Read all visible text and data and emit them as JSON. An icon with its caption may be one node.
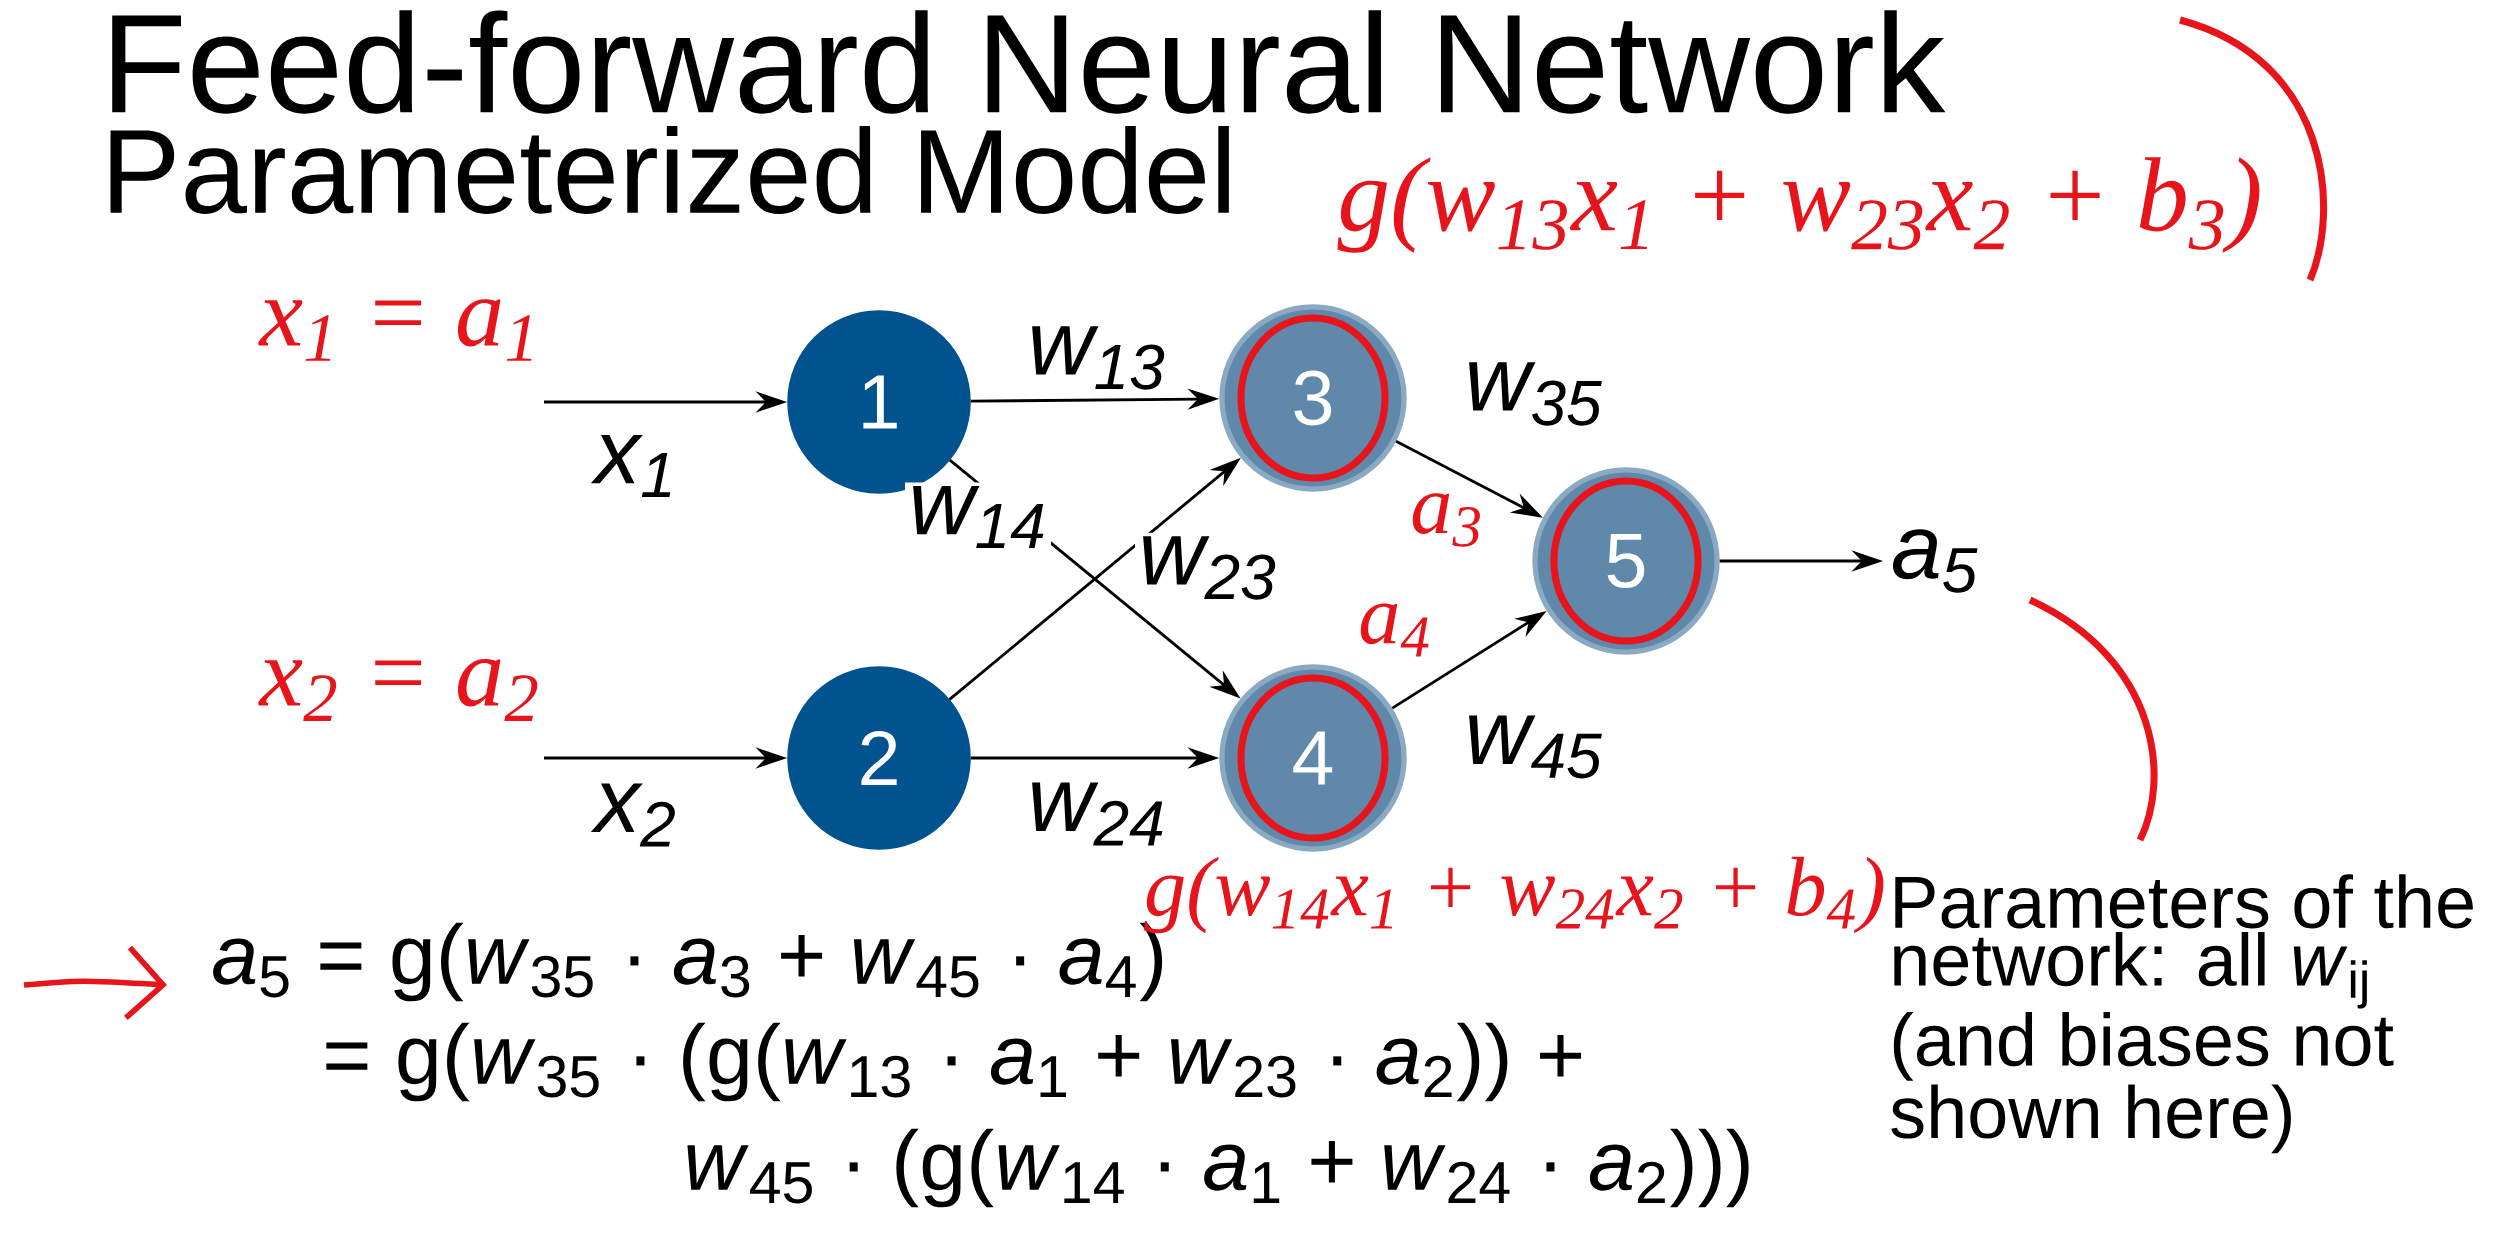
{
  "diagram": {
    "title": "Feed-forward Neural Network",
    "caption": "Parameterized Model",
    "nodes": [
      {
        "text": [
          "1"
        ]
      },
      {
        "text": [
          "2"
        ]
      },
      {
        "text": [
          "3"
        ]
      },
      {
        "text": [
          "4"
        ]
      },
      {
        "text": [
          "5"
        ]
      },
      {
        "text": [
          "a$_{5}$"
        ]
      }
    ],
    "edges": [
      {
        "from": null,
        "to": 0,
        "arrow": "to",
        "label": "x$_{1}$"
      },
      {
        "from": null,
        "to": 1,
        "arrow": "to",
        "label": "x$_{2}$"
      },
      {
        "from": 0,
        "to": 2,
        "arrow": "to",
        "label": "w$_{13}$"
      },
      {
        "from": 0,
        "to": 3,
        "arrow": "to",
        "label": "w$_{14}$"
      },
      {
        "from": 1,
        "to": 2,
        "arrow": "to",
        "label": "w$_{23}$"
      },
      {
        "from": 1,
        "to": 3,
        "arrow": "to",
        "label": "w$_{24}$"
      },
      {
        "from": 2,
        "to": 4,
        "arrow": "to",
        "label": "w$_{35}$"
      },
      {
        "from": 3,
        "to": 4,
        "arrow": "to",
        "label": "w$_{45}$"
      },
      {
        "from": 4,
        "to": 5,
        "arrow": "to"
      }
    ],
    "labels": [
      "*a*$_{5}$ = g(*w*$_{35}$ · *a*$_{3}$ + *w*$_{45}$ · *a*$_{4}$)",
      "= g(*w*$_{35}$ · (g(*w*$_{13}$ · *a*$_{1}$ + *w*$_{23}$ · *a*$_{2}$)) +",
      "*w*$_{45}$ · (g(*w*$_{14}$ · *a*$_{1}$ + *w*$_{24}$ · *a*$_{2}$)))",
      "Parameters of the network: all *w*$_{ij}$ (and biases not shown here)",
      "g(w$_{13}$x$_{1}$ + w$_{23}$x$_{2}$ + b$_{3}$)",
      "x$_{1}$ = a$_{1}$",
      "a$_{3}$",
      "a$_{4}$",
      "x$_{2}$ = a$_{2}$",
      "g(w$_{14}$x$_{1}$ + w$_{24}$x$_{2}$ + b$_{4}$)"
    ]
  }
}
